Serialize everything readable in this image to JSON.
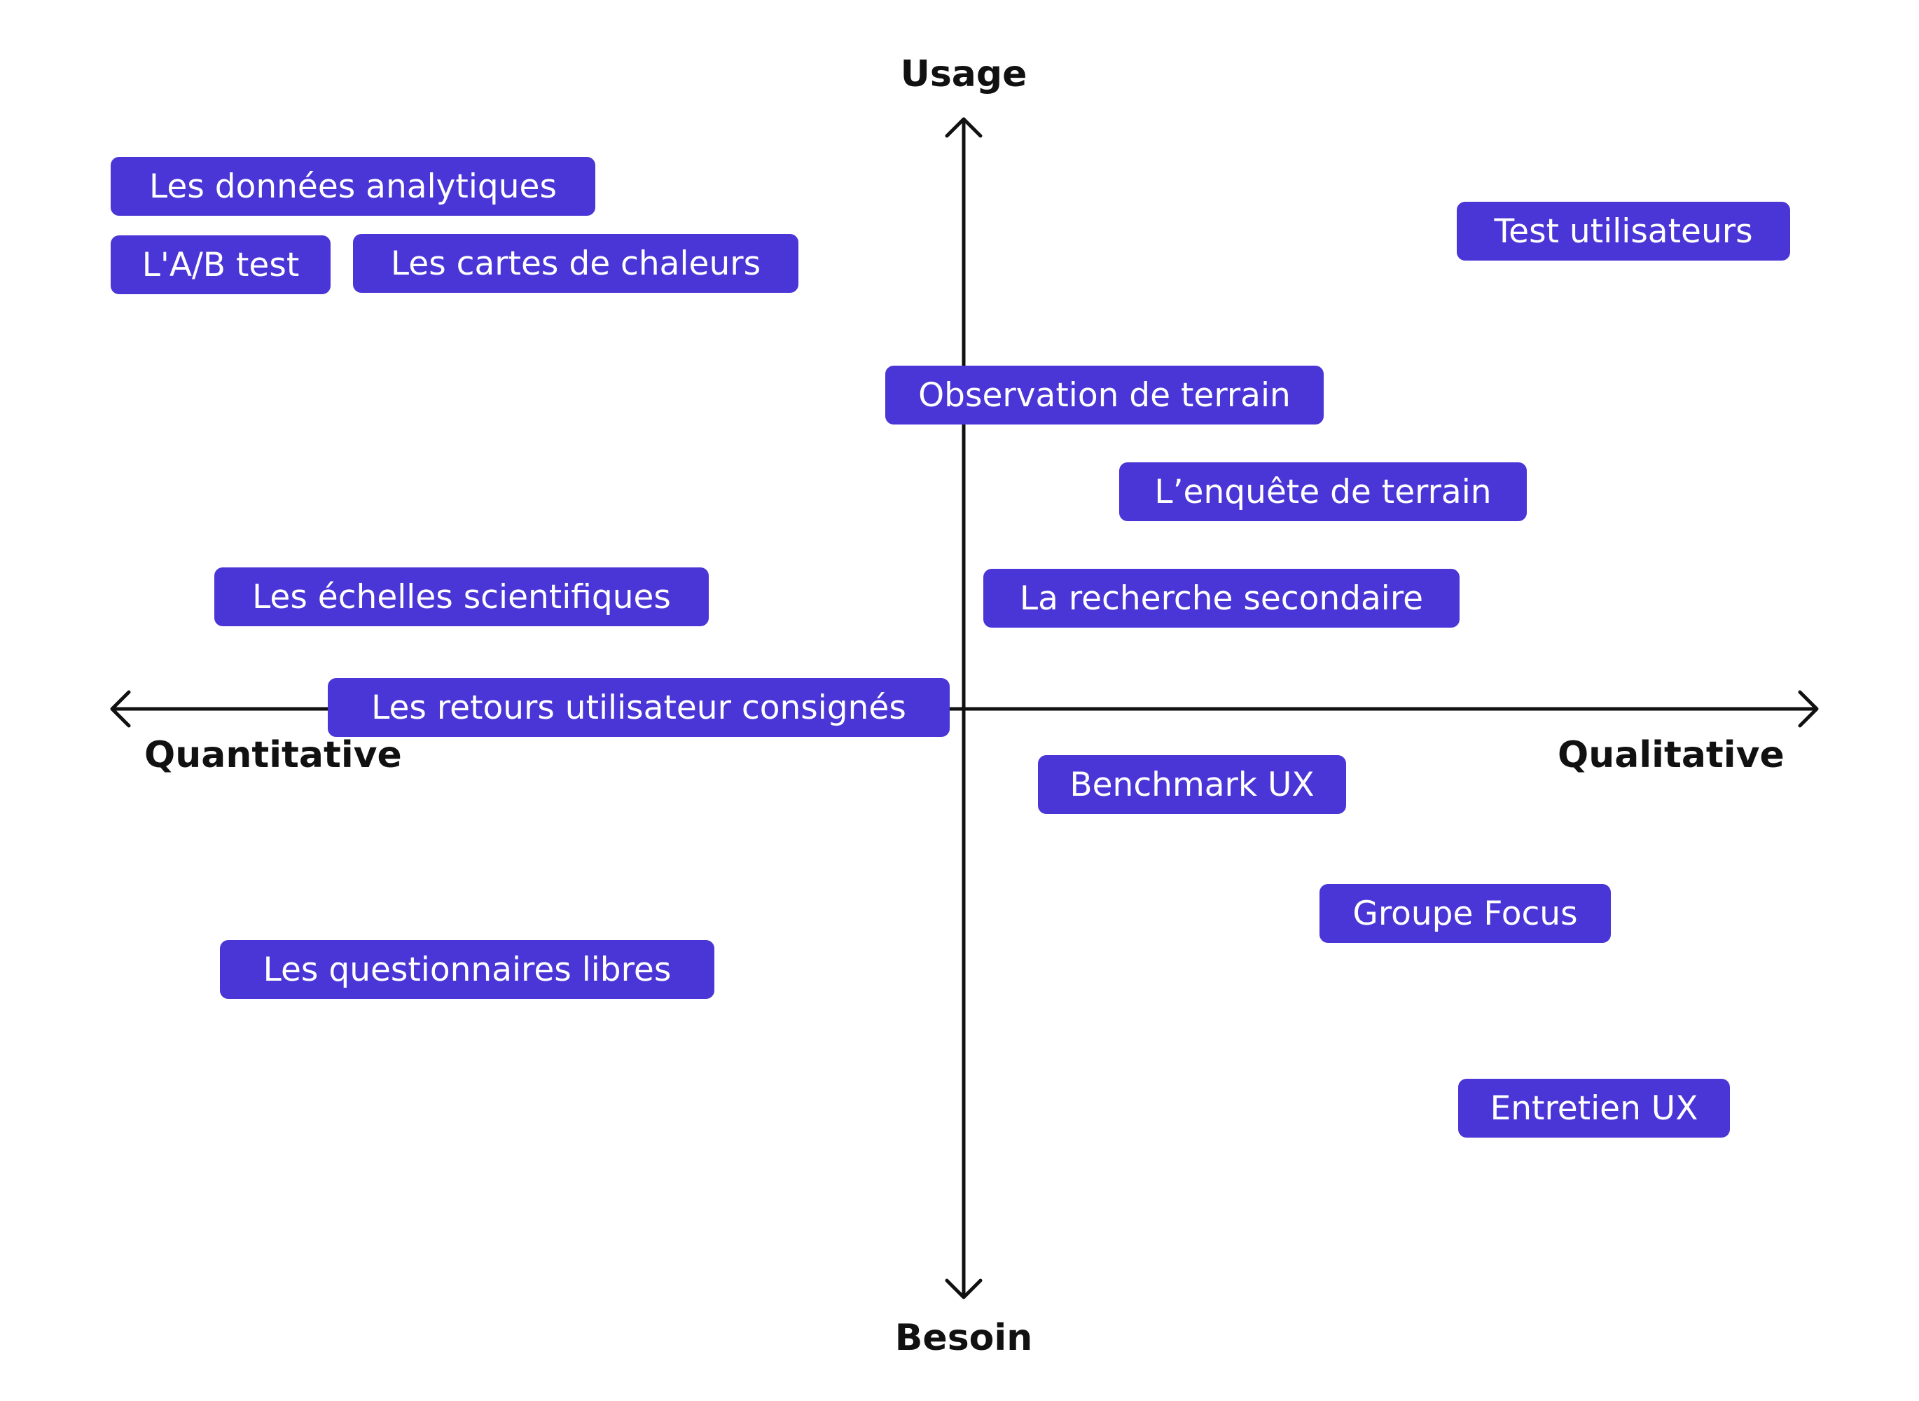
{
  "axes": {
    "top": "Usage",
    "bottom": "Besoin",
    "left": "Quantitative",
    "right": "Qualitative"
  },
  "tags": [
    {
      "id": "donnees-analytiques",
      "label": "Les données analytiques"
    },
    {
      "id": "ab-test",
      "label": "L'A/B test"
    },
    {
      "id": "cartes-de-chaleurs",
      "label": "Les cartes de chaleurs"
    },
    {
      "id": "test-utilisateurs",
      "label": "Test utilisateurs"
    },
    {
      "id": "observation-de-terrain",
      "label": "Observation de terrain"
    },
    {
      "id": "enquete-de-terrain",
      "label": "L’enquête de terrain"
    },
    {
      "id": "echelles-scientifiques",
      "label": "Les échelles scientifiques"
    },
    {
      "id": "recherche-secondaire",
      "label": "La recherche secondaire"
    },
    {
      "id": "retours-utilisateur",
      "label": "Les retours utilisateur consignés"
    },
    {
      "id": "benchmark-ux",
      "label": "Benchmark UX"
    },
    {
      "id": "groupe-focus",
      "label": "Groupe Focus"
    },
    {
      "id": "questionnaires-libres",
      "label": "Les questionnaires libres"
    },
    {
      "id": "entretien-ux",
      "label": "Entretien UX"
    }
  ],
  "colors": {
    "tag_background": "#4a35d6",
    "tag_text": "#ffffff",
    "axis": "#111111"
  }
}
